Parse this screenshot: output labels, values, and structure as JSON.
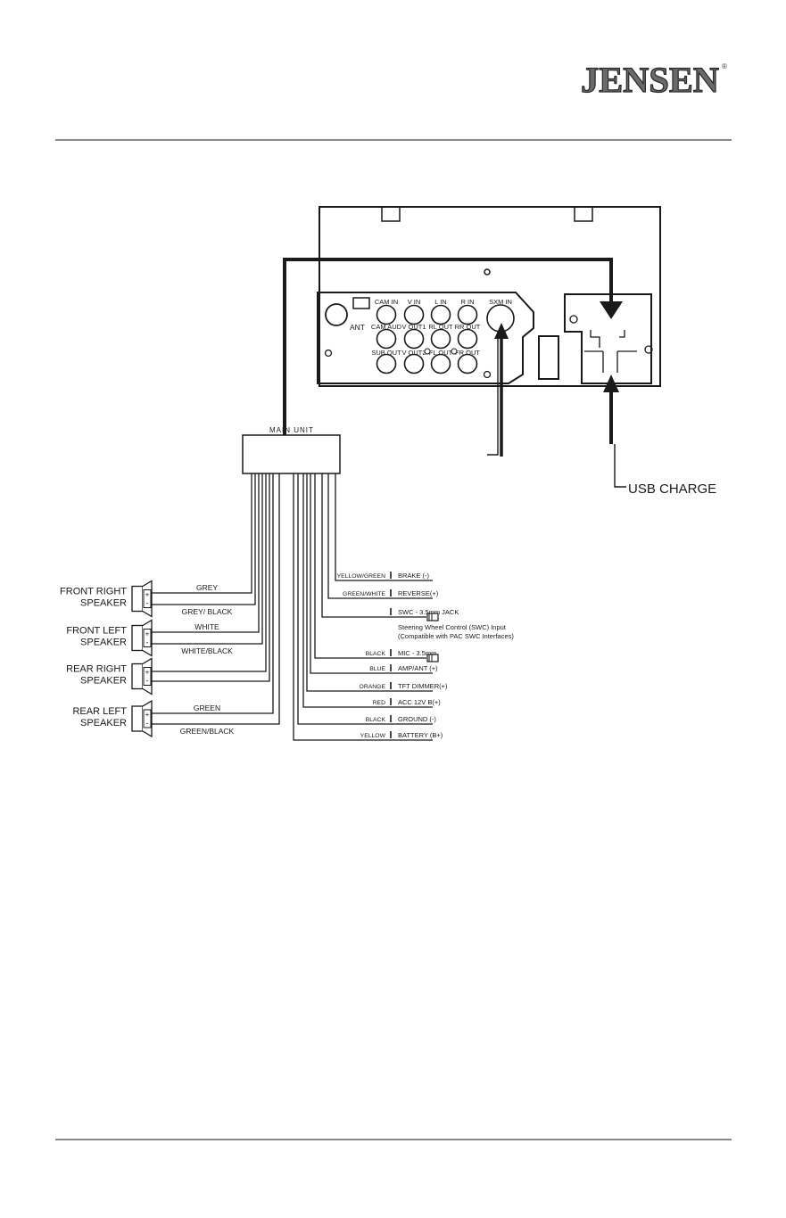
{
  "header": {
    "brand": "JENSEN",
    "brand_mark": "®"
  },
  "rear_panel": {
    "jacks_row1": [
      "CAM IN",
      "V IN",
      "L IN",
      "R IN",
      "SXM IN"
    ],
    "jacks_row2": [
      "CAM AUD",
      "V OUT1",
      "RL OUT",
      "RR OUT"
    ],
    "jacks_row3": [
      "SUB OUT",
      "V OUT2",
      "FL OUT",
      "FR OUT"
    ],
    "antenna_label": "ANT"
  },
  "main_unit_label": "MAIN UNIT",
  "usb_label": "USB CHARGE",
  "speakers": [
    {
      "name_line1": "FRONT RIGHT",
      "name_line2": "SPEAKER",
      "pos_wire": "GREY",
      "neg_wire": "GREY/ BLACK"
    },
    {
      "name_line1": "FRONT LEFT",
      "name_line2": "SPEAKER",
      "pos_wire": "WHITE",
      "neg_wire": "WHITE/BLACK"
    },
    {
      "name_line1": "REAR RIGHT",
      "name_line2": "SPEAKER",
      "pos_wire": "",
      "neg_wire": ""
    },
    {
      "name_line1": "REAR LEFT",
      "name_line2": "SPEAKER",
      "pos_wire": "GREEN",
      "neg_wire": "GREEN/BLACK"
    }
  ],
  "plus_sign": "+",
  "minus_sign": "-",
  "connections": [
    {
      "wire": "YELLOW/GREEN",
      "function": "BRAKE (-)"
    },
    {
      "wire": "GREEN/WHITE",
      "function": "REVERSE(+)"
    },
    {
      "wire": "",
      "function": "SWC - 3.5mm JACK"
    },
    {
      "wire": "BLACK",
      "function": "MIC - 3.5mm"
    },
    {
      "wire": "BLUE",
      "function": "AMP/ANT (+)"
    },
    {
      "wire": "ORANGE",
      "function": "TFT DIMMER(+)"
    },
    {
      "wire": "RED",
      "function": "ACC 12V B(+)"
    },
    {
      "wire": "BLACK",
      "function": "GROUND (-)"
    },
    {
      "wire": "YELLOW",
      "function": "BATTERY (B+)"
    }
  ],
  "swc_note_line1": "Steering Wheel Control (SWC) Input",
  "swc_note_line2": "(Compatible with PAC SWC Interfaces)",
  "colors": {
    "line": "#1a1a1a",
    "rule": "#8a8a8a",
    "logo": "#5a5a5a"
  }
}
